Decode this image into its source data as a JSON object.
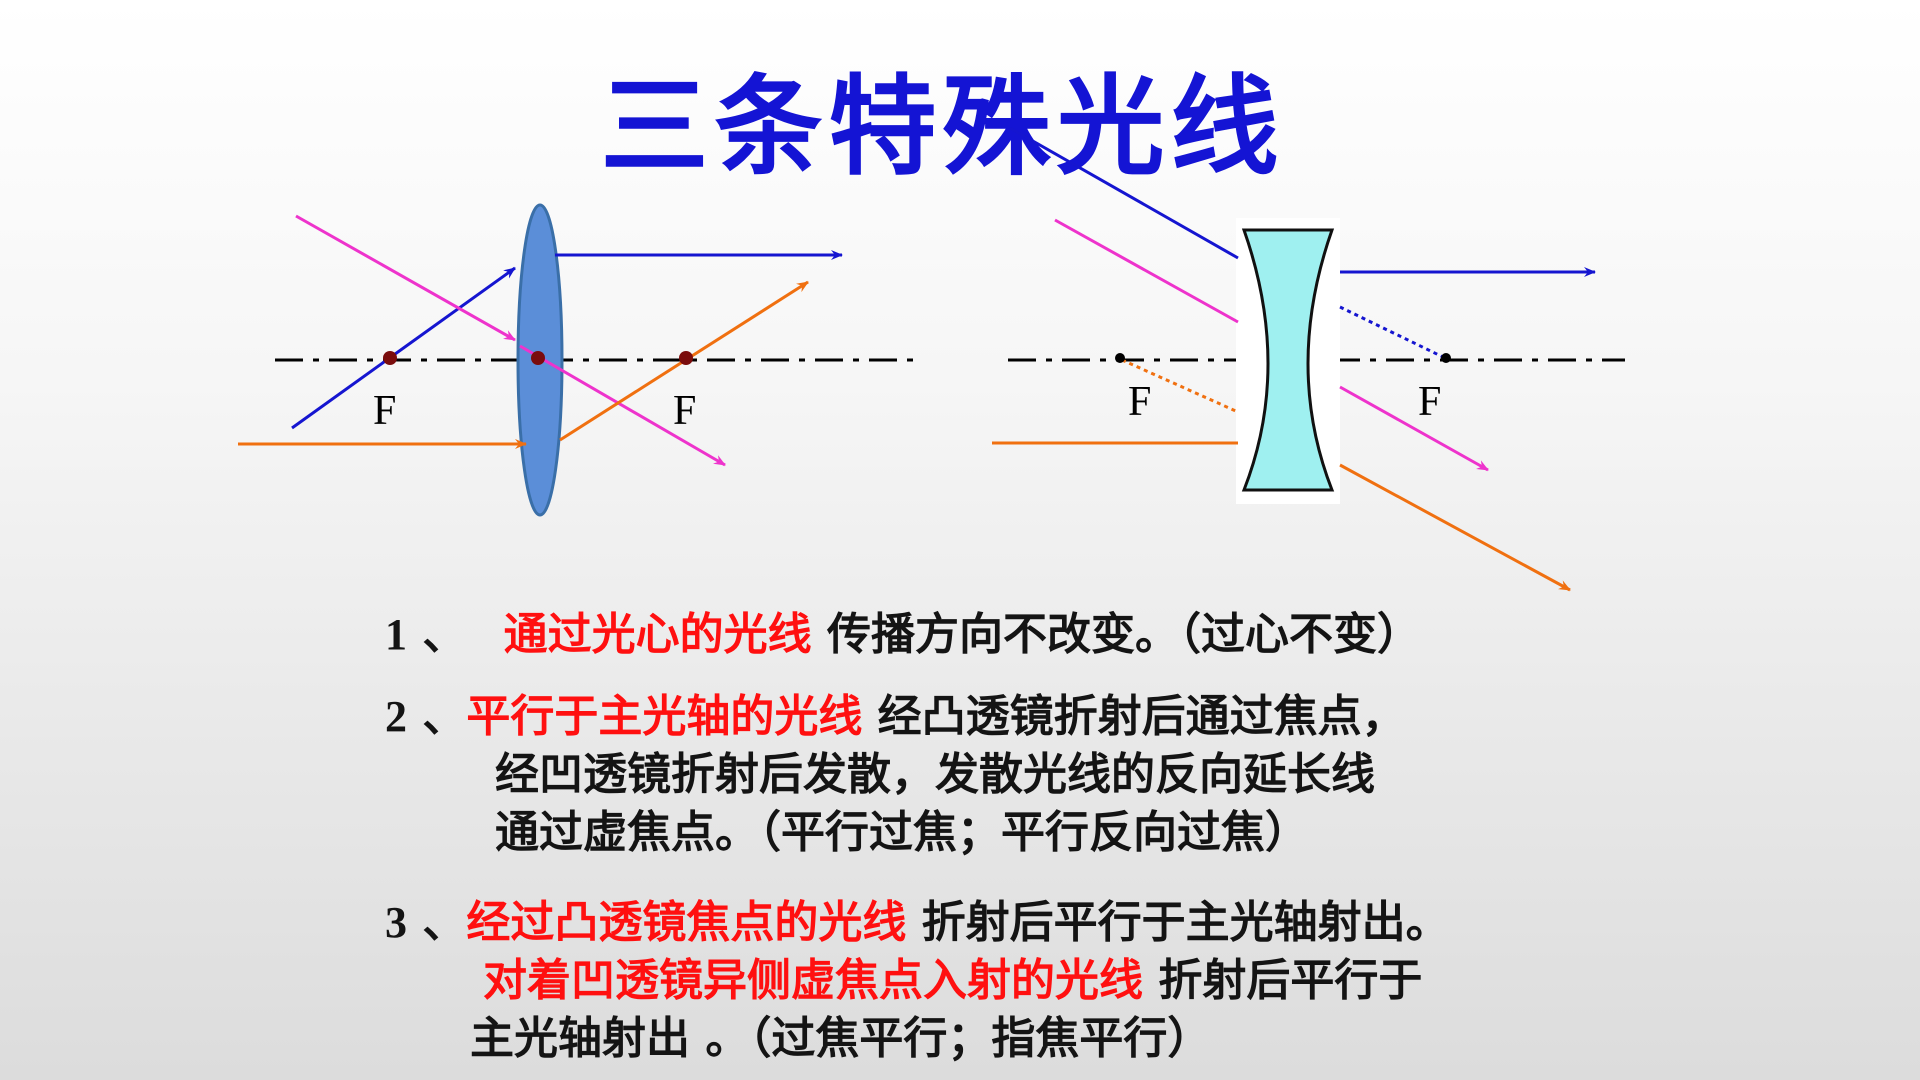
{
  "title": "三条特殊光线",
  "colors": {
    "title": "#1414d4",
    "highlight": "#ff1010",
    "ray_blue": "#1515d0",
    "ray_magenta": "#ee33cc",
    "ray_orange": "#f07010",
    "lens_fill": "#5b8ed8",
    "concave_fill": "#9ff0f0"
  },
  "convex_lens": {
    "focal_left_label": "F",
    "focal_right_label": "F"
  },
  "concave_lens": {
    "focal_left_label": "F",
    "focal_right_label": "F"
  },
  "rules": [
    {
      "number": "1",
      "sep": "、",
      "highlight": "通过光心的光线",
      "rest": "传播方向不改变。（过心不变）",
      "extra_lines": []
    },
    {
      "number": "2",
      "sep": "、",
      "highlight": "平行于主光轴的光线",
      "rest": "经凸透镜折射后通过焦点，",
      "extra_lines": [
        "经凹透镜折射后发散，发散光线的反向延长线",
        "通过虚焦点。（平行过焦；平行反向过焦）"
      ]
    },
    {
      "number": "3",
      "sep": "、",
      "highlight": "经过凸透镜焦点的光线",
      "rest": "折射后平行于主光轴射出。",
      "line2_highlight": "对着凹透镜异侧虚焦点入射的光线",
      "line2_rest": "折射后平行于",
      "line3": "主光轴射出 。（过焦平行；指焦平行）"
    }
  ]
}
